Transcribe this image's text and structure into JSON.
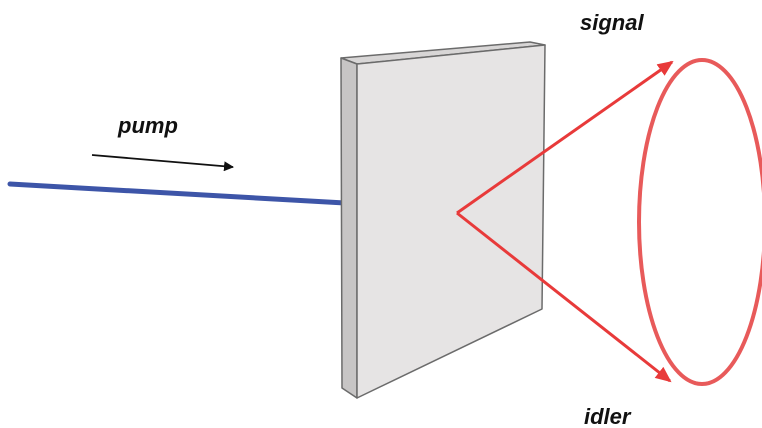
{
  "labels": {
    "pump": "pump",
    "signal": "signal",
    "idler": "idler"
  },
  "colors": {
    "pump_beam": "#3d55a8",
    "photon_beams": "#e83a3a",
    "emission_ring": "#e85a5a",
    "crystal_front": "#e6e4e4",
    "crystal_side": "#c7c5c5",
    "crystal_top": "#d8d6d6",
    "crystal_outline": "#6b6b6b",
    "direction_arrow": "#111111"
  }
}
